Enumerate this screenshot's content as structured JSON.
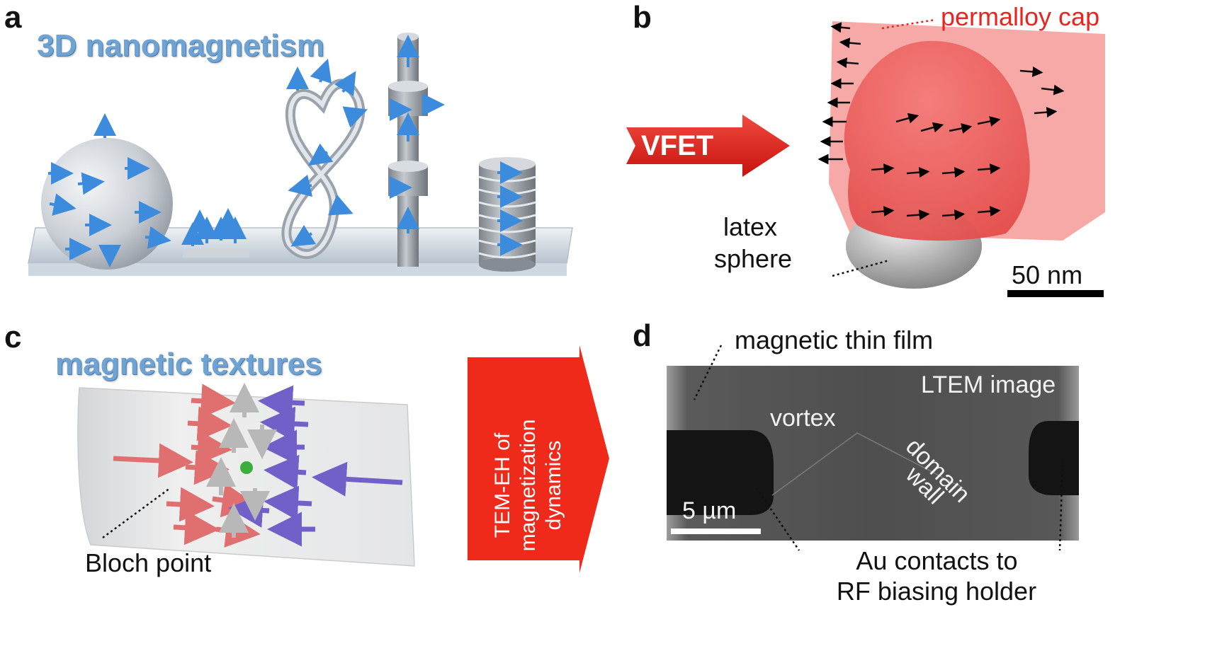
{
  "panels": {
    "a": {
      "label": "a",
      "title": "3D nanomagnetism"
    },
    "b": {
      "label": "b",
      "arrow_text": "VFET",
      "cap_label": "permalloy cap",
      "sphere_label_1": "latex",
      "sphere_label_2": "sphere",
      "scale_bar": "50 nm"
    },
    "c": {
      "label": "c",
      "title": "magnetic textures",
      "bloch_label": "Bloch point",
      "arrow_lines": [
        "TEM-EH of",
        "magnetization",
        "dynamics"
      ]
    },
    "d": {
      "label": "d",
      "film_label": "magnetic thin film",
      "ltem_label": "LTEM image",
      "vortex_label": "vortex",
      "wall_label_1": "domain",
      "wall_label_2": "wall",
      "scale_bar": "5 µm",
      "contacts_label_1": "Au contacts to",
      "contacts_label_2": "RF biasing holder"
    }
  },
  "colors": {
    "title_blue": "#6fa3d4",
    "arrow_red": "#e8251f",
    "permalloy": "#f06060",
    "ltem_bg": "#4a4a4a",
    "texture_red": "#e07070",
    "texture_blue": "#7060c8"
  }
}
